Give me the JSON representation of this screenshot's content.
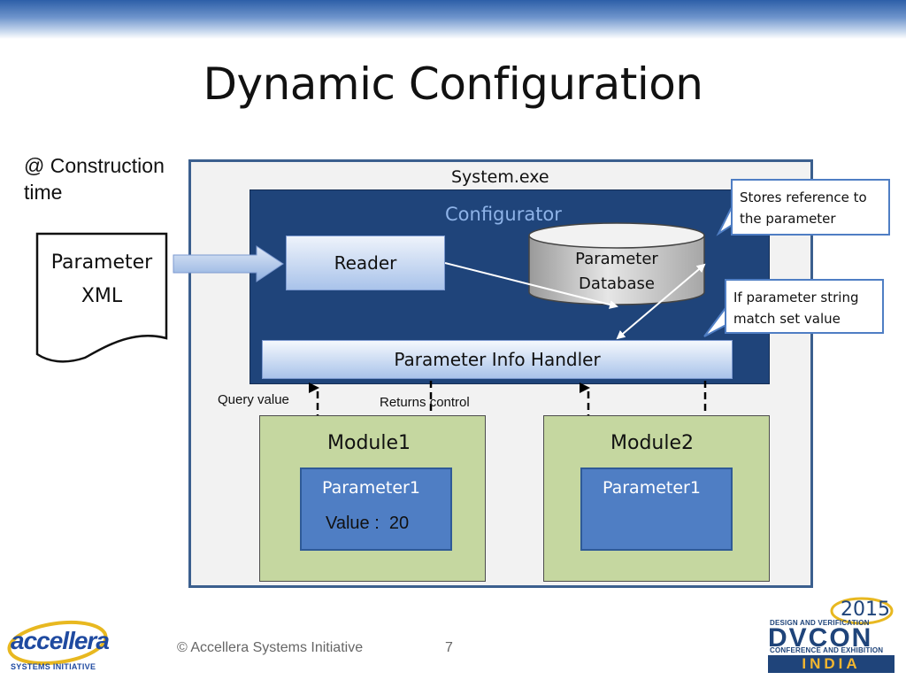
{
  "slide": {
    "title": "Dynamic Configuration",
    "construction_note": "@ Construction time",
    "footer": "© Accellera Systems Initiative",
    "page_number": "7"
  },
  "diagram": {
    "parameter_xml": [
      "Parameter",
      "XML"
    ],
    "system_label": "System.exe",
    "configurator_label": "Configurator",
    "reader_label": "Reader",
    "database_label": [
      "Parameter",
      "Database"
    ],
    "info_handler_label": "Parameter Info Handler",
    "callout_store": "Stores reference to the parameter",
    "callout_match": "If parameter string match set value",
    "query_label": "Query value",
    "returns_label": "Returns control",
    "modules": [
      {
        "label": "Module1",
        "param_label": "Parameter1",
        "value_text": "Value :  20"
      },
      {
        "label": "Module2",
        "param_label": "Parameter1"
      }
    ]
  },
  "logos": {
    "accellera_word": "accellera",
    "accellera_sub": "SYSTEMS INITIATIVE",
    "dvcon_year": "2015",
    "dvcon_line1": "DESIGN AND VERIFICATION",
    "dvcon_big": "DVCON",
    "dvcon_line2": "CONFERENCE AND EXHIBITION",
    "dvcon_region": "INDIA"
  },
  "colors": {
    "system_border": "#3b5f8e",
    "configurator_fill": "#1f447a",
    "module_fill": "#c5d7a0",
    "parameter_fill": "#4f7ec4"
  }
}
